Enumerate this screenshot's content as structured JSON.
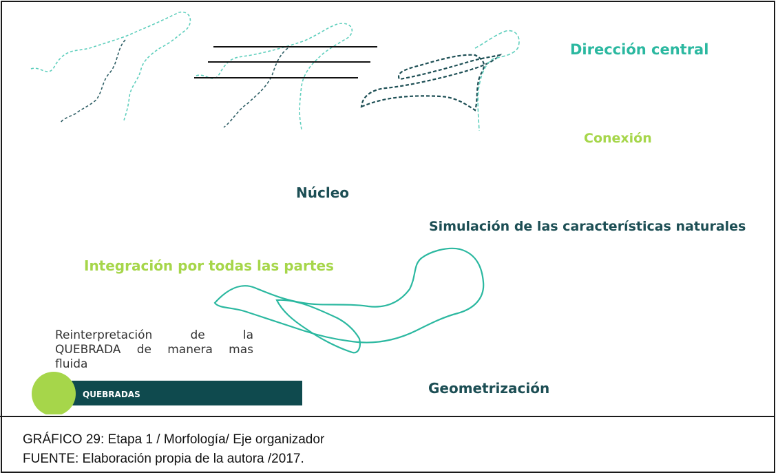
{
  "labels": {
    "direccion_central": "Dirección central",
    "conexion": "Conexión",
    "nucleo": "Núcleo",
    "simulacion": "Simulación de las características naturales",
    "integracion": "Integración por todas las partes",
    "geometrizacion": "Geometrización"
  },
  "description": {
    "line1": "Reinterpretación de la",
    "line2": "QUEBRADA de manera mas",
    "line3": "fluida"
  },
  "legend": {
    "label": "QUEBRADAS"
  },
  "caption": {
    "title": "GRÁFICO 29: Etapa  1 / Morfología/ Eje organizador",
    "source": "FUENTE:  Elaboración propia de la autora /2017."
  },
  "colors": {
    "teal": "#2bb8a0",
    "dark_teal": "#1c4e54",
    "lime": "#a6d64a",
    "bar": "#0f4a4e"
  }
}
